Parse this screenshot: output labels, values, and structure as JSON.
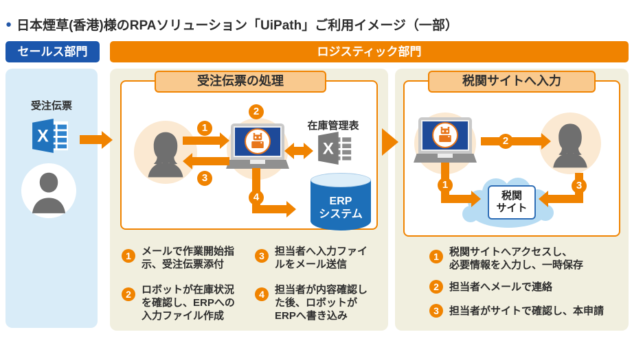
{
  "title": {
    "bullet": "●",
    "text": "日本煙草(香港)様のRPAソリューション「UiPath」ご利用イメージ（一部）"
  },
  "departments": {
    "sales": "セールス部門",
    "logistics": "ロジスティック部門"
  },
  "sales_panel": {
    "doc_label": "受注伝票"
  },
  "order_panel": {
    "title": "受注伝票の処理",
    "inventory_label": "在庫管理表",
    "erp_label": "ERP\nシステム",
    "diagram_badges": [
      "1",
      "2",
      "3",
      "4"
    ],
    "steps": [
      {
        "num": "1",
        "text": "メールで作業開始指\n示、受注伝票添付"
      },
      {
        "num": "2",
        "text": "ロボットが在庫状況\nを確認し、ERPへの\n入力ファイル作成"
      },
      {
        "num": "3",
        "text": "担当者へ入力ファイ\nルをメール送信"
      },
      {
        "num": "4",
        "text": "担当者が内容確認し\nた後、ロボットが\nERPへ書き込み"
      }
    ]
  },
  "customs_panel": {
    "title": "税関サイトへ入力",
    "cloud_label": "税関\nサイト",
    "diagram_badges": [
      "1",
      "2",
      "3"
    ],
    "steps": [
      {
        "num": "1",
        "text": "税関サイトへアクセスし、\n必要情報を入力し、一時保存"
      },
      {
        "num": "2",
        "text": "担当者へメールで連絡"
      },
      {
        "num": "3",
        "text": "担当者がサイトで確認し、本申請"
      }
    ]
  },
  "colors": {
    "accent_orange": "#f08300",
    "sales_blue": "#1c57ad",
    "panel_blue": "#d9ecf8",
    "panel_cream": "#f1efdf",
    "tab_peach": "#f9c98e",
    "excel_blue": "#2173bd",
    "excel_gray": "#7a7a7a",
    "erp_blue": "#1d6fb8",
    "cloud_blue": "#b7dcf3",
    "silhouette_gray": "#6f6f6f",
    "screen_navy": "#1e4a99"
  }
}
